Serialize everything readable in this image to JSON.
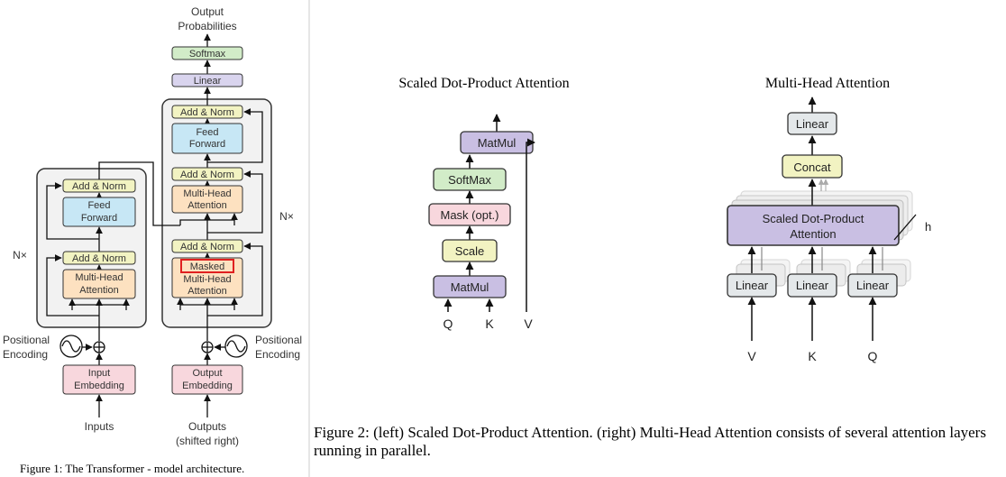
{
  "transformer": {
    "output_probabilities": [
      "Output",
      "Probabilities"
    ],
    "softmax": "Softmax",
    "linear": "Linear",
    "add_norm": "Add & Norm",
    "feed_forward": [
      "Feed",
      "Forward"
    ],
    "multi_head_attention": [
      "Multi-Head",
      "Attention"
    ],
    "masked": "Masked",
    "nx": "N×",
    "positional_encoding": [
      "Positional",
      "Encoding"
    ],
    "input_embedding": [
      "Input",
      "Embedding"
    ],
    "output_embedding": [
      "Output",
      "Embedding"
    ],
    "inputs": "Inputs",
    "outputs": [
      "Outputs",
      "(shifted right)"
    ],
    "caption": "Figure 1: The Transformer - model architecture."
  },
  "sdpa": {
    "title": "Scaled Dot-Product Attention",
    "matmul": "MatMul",
    "softmax": "SoftMax",
    "mask": "Mask (opt.)",
    "scale": "Scale",
    "q": "Q",
    "k": "K",
    "v": "V"
  },
  "mha": {
    "title": "Multi-Head Attention",
    "linear": "Linear",
    "concat": "Concat",
    "sdpa": [
      "Scaled Dot-Product",
      "Attention"
    ],
    "h": "h",
    "v": "V",
    "k": "K",
    "q": "Q"
  },
  "caption2": "Figure 2: (left) Scaled Dot-Product Attention. (right) Multi-Head Attention consists of several attention layers running in parallel.",
  "colors": {
    "green_box": "#d2ecc8",
    "lavender_box": "#d9d4ee",
    "yellow_box": "#f2f3c2",
    "blue_box": "#c7e7f5",
    "orange_box": "#fde1c0",
    "pink_box": "#f8d7dd",
    "purple_box": "#c9bfe3",
    "grey_box": "#e4e8ea",
    "panel_bg": "#f2f2f2",
    "mask_highlight": "#e02020"
  }
}
